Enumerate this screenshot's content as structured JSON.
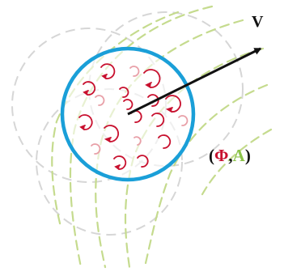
{
  "labels": {
    "velocity": "V",
    "potential_open": "(",
    "potential_phi": "Φ",
    "potential_sep": ",",
    "potential_a": "A",
    "potential_close": ")"
  },
  "colors": {
    "background": "#ffffff",
    "disk_outline": "#1a9fd8",
    "vortex": "#c8102e",
    "vortex_faded": "#e8a0a8",
    "field_lines": "#c5db8e",
    "ghost_circles": "#d0d0d0",
    "arrow": "#111111",
    "phi_text": "#c8102e",
    "a_text": "#8cc34a",
    "text": "#111111"
  },
  "icons": {
    "vortex": "circular-arrow-icon",
    "velocity": "arrow-icon"
  }
}
